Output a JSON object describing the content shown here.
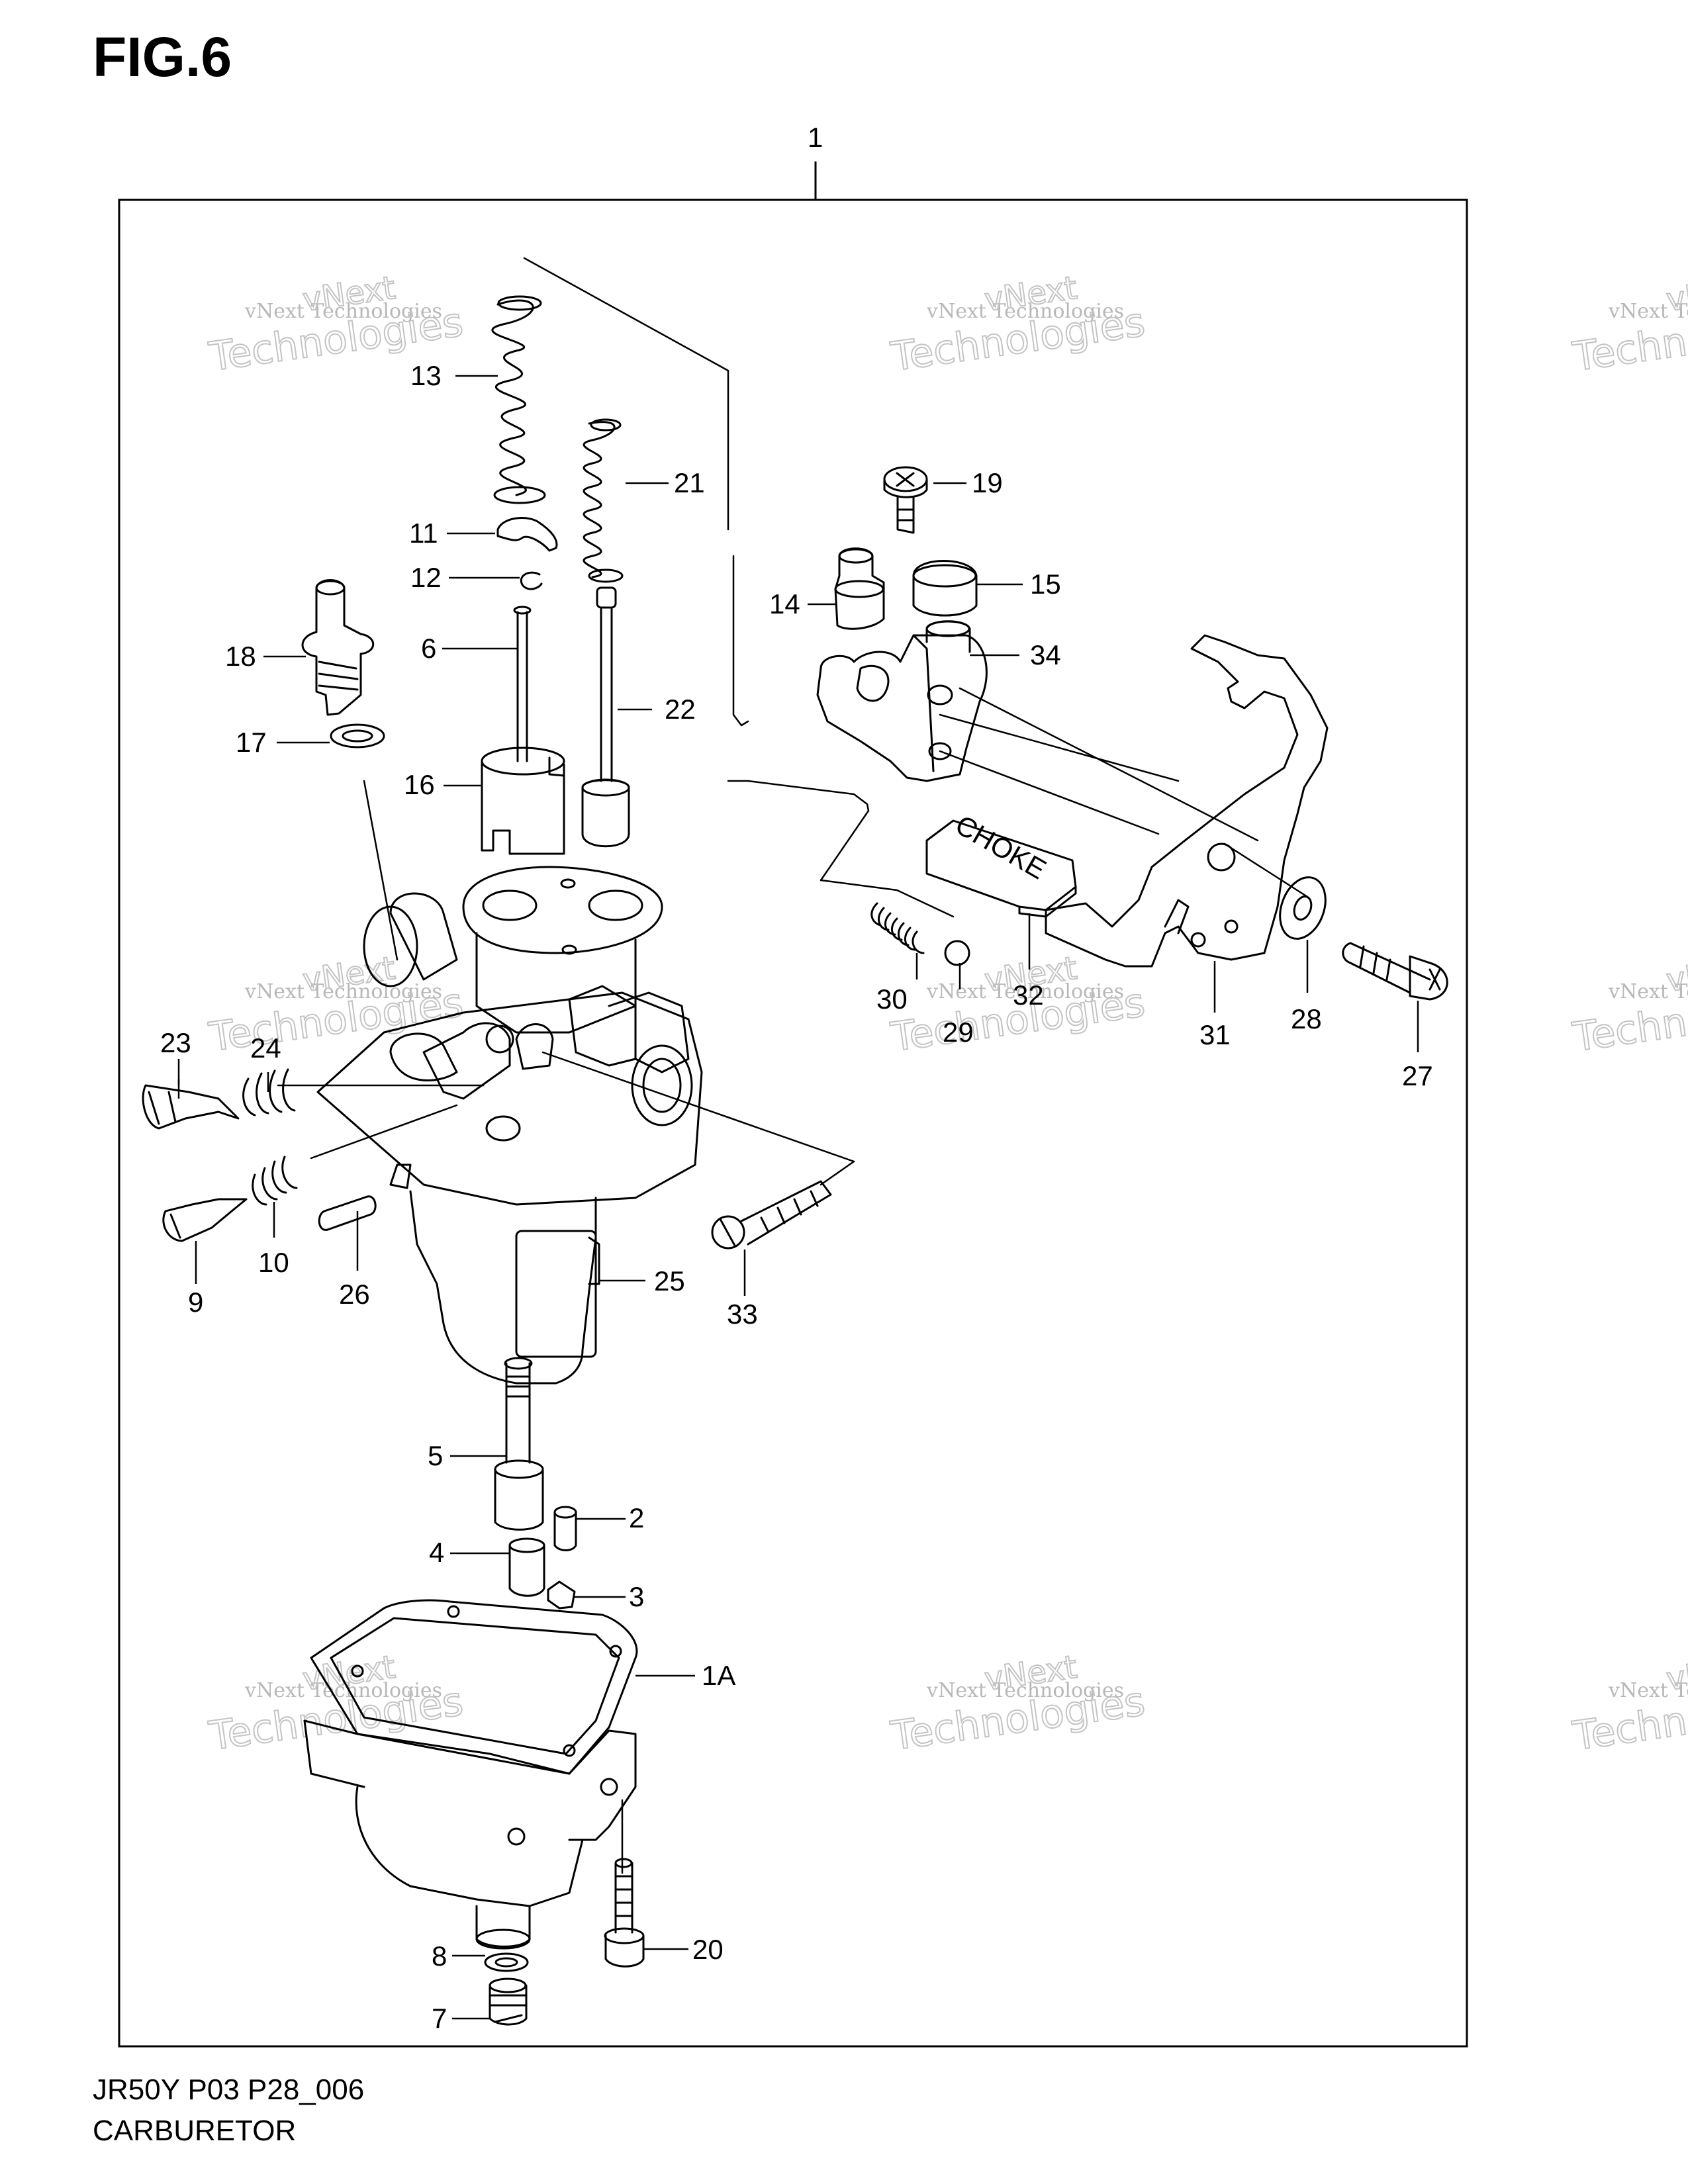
{
  "figure": {
    "title": "FIG.6",
    "footer_code": "JR50Y P03 P28_006",
    "footer_name": "CARBURETOR"
  },
  "watermark": {
    "line1": "vNext Technologies",
    "line2": "vNext",
    "line3": "Technologies"
  },
  "callouts": {
    "c1": "1",
    "c1A": "1A",
    "c2": "2",
    "c3": "3",
    "c4": "4",
    "c5": "5",
    "c6": "6",
    "c7": "7",
    "c8": "8",
    "c9": "9",
    "c10": "10",
    "c11": "11",
    "c12": "12",
    "c13": "13",
    "c14": "14",
    "c15": "15",
    "c16": "16",
    "c17": "17",
    "c18": "18",
    "c19": "19",
    "c20": "20",
    "c21": "21",
    "c22": "22",
    "c23": "23",
    "c24": "24",
    "c25": "25",
    "c26": "26",
    "c27": "27",
    "c28": "28",
    "c29": "29",
    "c30": "30",
    "c31": "31",
    "c32": "32",
    "c33": "33",
    "c34": "34"
  },
  "plate_label": "CHOKE"
}
